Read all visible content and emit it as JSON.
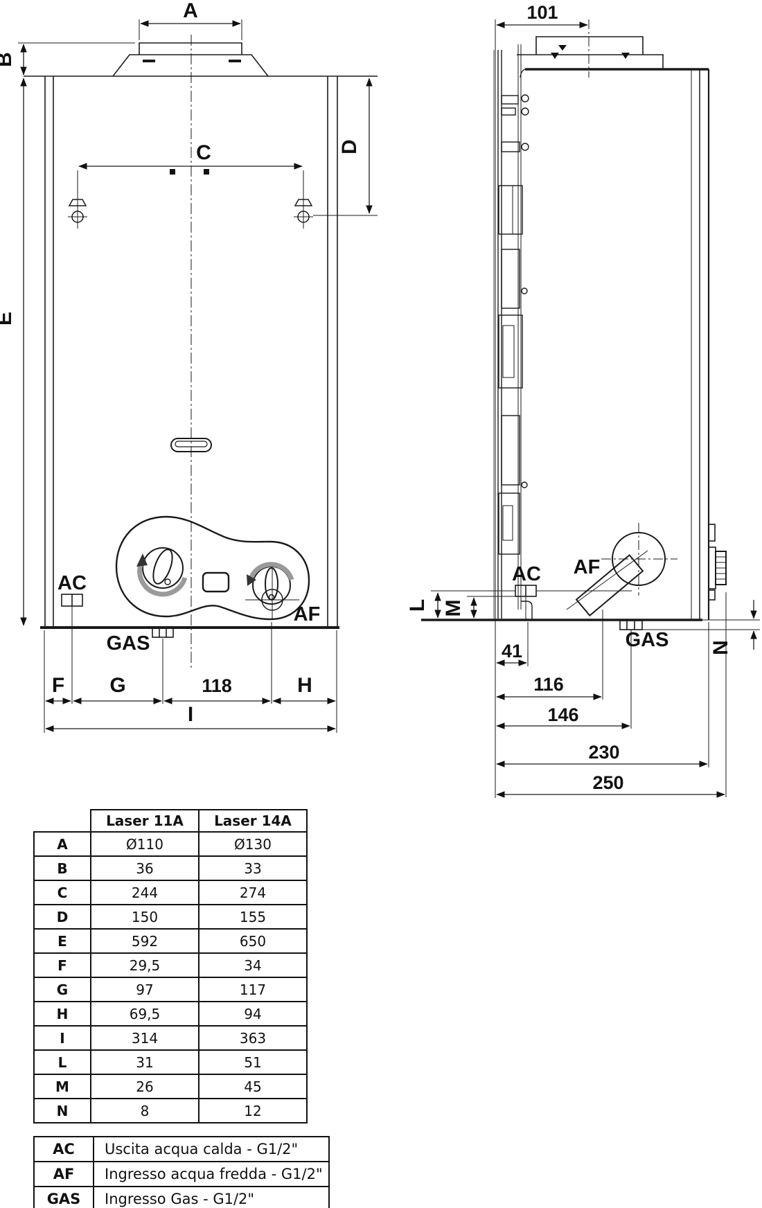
{
  "front_view": {
    "label_a": "A",
    "label_b": "B",
    "label_c": "C",
    "label_d": "D",
    "label_e": "E",
    "label_f": "F",
    "label_g": "G",
    "label_h": "H",
    "label_i": "I",
    "dim_118": "118",
    "label_ac": "AC",
    "label_gas": "GAS",
    "label_af": "AF"
  },
  "side_view": {
    "dim_101": "101",
    "label_ac": "AC",
    "label_af": "AF",
    "label_gas": "GAS",
    "label_l": "L",
    "label_m": "M",
    "label_n": "N",
    "dim_41": "41",
    "dim_116": "116",
    "dim_146": "146",
    "dim_230": "230",
    "dim_250": "250"
  },
  "dims_table": {
    "headers": [
      "Laser 11A",
      "Laser 14A"
    ],
    "rows": [
      {
        "label": "A",
        "laser11": "Ø110",
        "laser14": "Ø130"
      },
      {
        "label": "B",
        "laser11": "36",
        "laser14": "33"
      },
      {
        "label": "C",
        "laser11": "244",
        "laser14": "274"
      },
      {
        "label": "D",
        "laser11": "150",
        "laser14": "155"
      },
      {
        "label": "E",
        "laser11": "592",
        "laser14": "650"
      },
      {
        "label": "F",
        "laser11": "29,5",
        "laser14": "34"
      },
      {
        "label": "G",
        "laser11": "97",
        "laser14": "117"
      },
      {
        "label": "H",
        "laser11": "69,5",
        "laser14": "94"
      },
      {
        "label": "I",
        "laser11": "314",
        "laser14": "363"
      },
      {
        "label": "L",
        "laser11": "31",
        "laser14": "51"
      },
      {
        "label": "M",
        "laser11": "26",
        "laser14": "45"
      },
      {
        "label": "N",
        "laser11": "8",
        "laser14": "12"
      }
    ]
  },
  "legend_table": {
    "rows": [
      {
        "key": "AC",
        "desc": "Uscita acqua calda - G1/2\""
      },
      {
        "key": "AF",
        "desc": "Ingresso acqua fredda - G1/2\""
      },
      {
        "key": "GAS",
        "desc": "Ingresso Gas - G1/2\""
      }
    ]
  },
  "colors": {
    "line": "#1a1a1a",
    "background": "#ffffff",
    "knob_accent": "#9a9a9a"
  }
}
